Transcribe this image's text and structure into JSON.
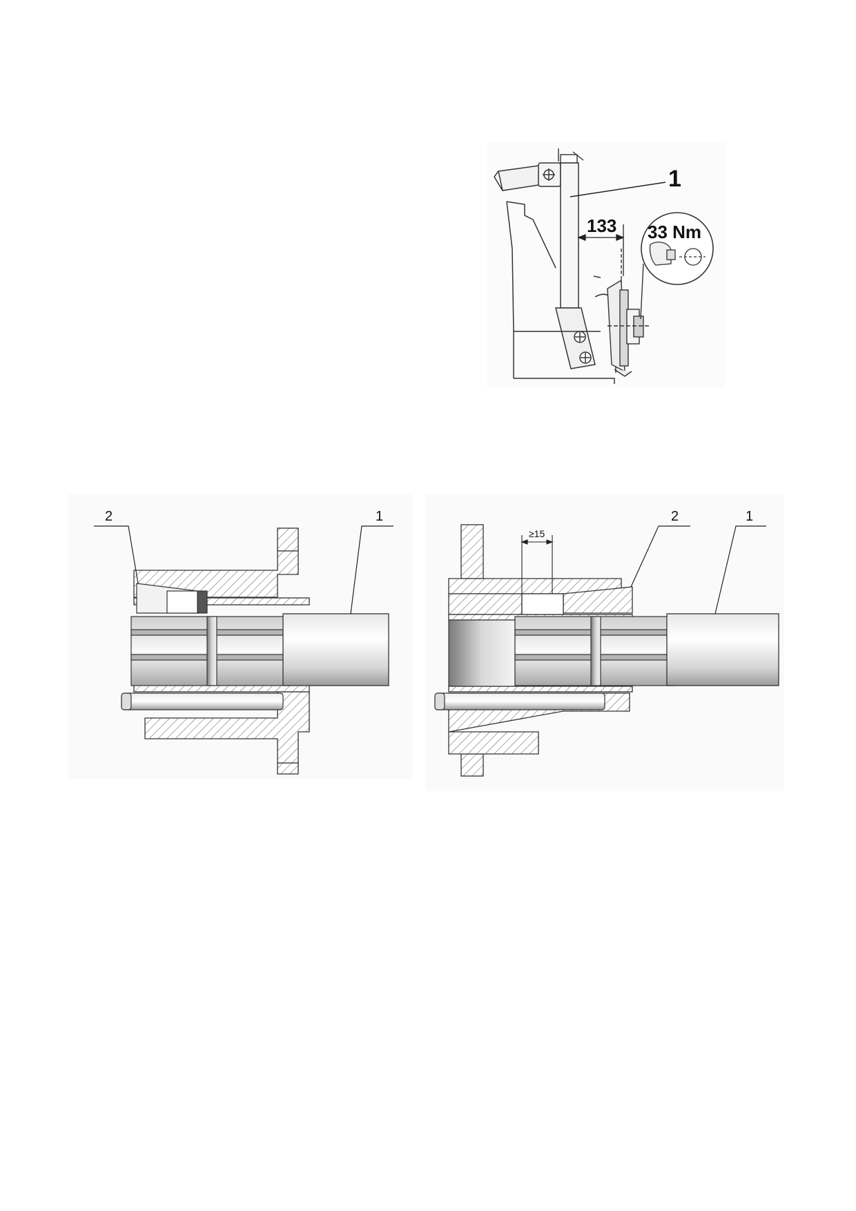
{
  "figure_top": {
    "callout_part": "1",
    "dimension": "133",
    "torque": "33 Nm"
  },
  "figure_bottom_left": {
    "callout_sleeve": "2",
    "callout_shaft": "1"
  },
  "figure_bottom_right": {
    "callout_sleeve": "2",
    "callout_shaft": "1",
    "dimension": "≥15"
  }
}
